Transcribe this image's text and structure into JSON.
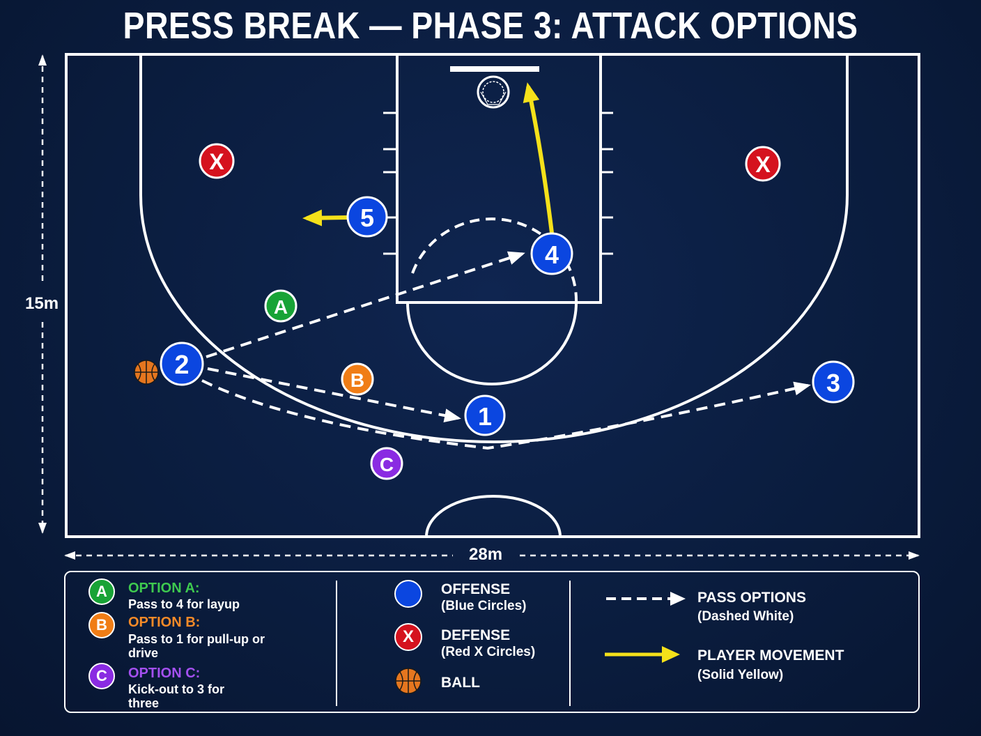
{
  "title": "PRESS BREAK — PHASE 3: ATTACK OPTIONS",
  "dimensions": {
    "height_label": "15m",
    "width_label": "28m"
  },
  "colors": {
    "offense": "#0b46e0",
    "defense": "#d5121e",
    "option_a": "#18a336",
    "option_b": "#f07d16",
    "option_c": "#8a2be2",
    "movement": "#f5e11a",
    "ball": "#e5761f",
    "court_line": "#ffffff"
  },
  "players": {
    "offense": [
      {
        "label": "1"
      },
      {
        "label": "2"
      },
      {
        "label": "3"
      },
      {
        "label": "4"
      },
      {
        "label": "5"
      }
    ],
    "defense": [
      {
        "label": "X"
      },
      {
        "label": "X"
      }
    ]
  },
  "option_markers": [
    {
      "label": "A"
    },
    {
      "label": "B"
    },
    {
      "label": "C"
    }
  ],
  "legend": {
    "options": [
      {
        "badge": "A",
        "title": "OPTION A:",
        "description": "Pass to 4 for layup"
      },
      {
        "badge": "B",
        "title": "OPTION B:",
        "description": "Pass to 1 for pull-up or drive"
      },
      {
        "badge": "C",
        "title": "OPTION C:",
        "description": "Kick-out to 3 for three"
      }
    ],
    "key": [
      {
        "icon": "offense-circle-icon",
        "title": "OFFENSE",
        "subtitle": "(Blue Circles)"
      },
      {
        "icon": "defense-x-icon",
        "badge": "X",
        "title": "DEFENSE",
        "subtitle": "(Red X Circles)"
      },
      {
        "icon": "basketball-icon",
        "title": "BALL",
        "subtitle": ""
      }
    ],
    "lines": [
      {
        "icon": "dashed-arrow-icon",
        "title": "PASS OPTIONS",
        "subtitle": "(Dashed White)"
      },
      {
        "icon": "solid-arrow-icon",
        "title": "PLAYER MOVEMENT",
        "subtitle": "(Solid Yellow)"
      }
    ]
  }
}
